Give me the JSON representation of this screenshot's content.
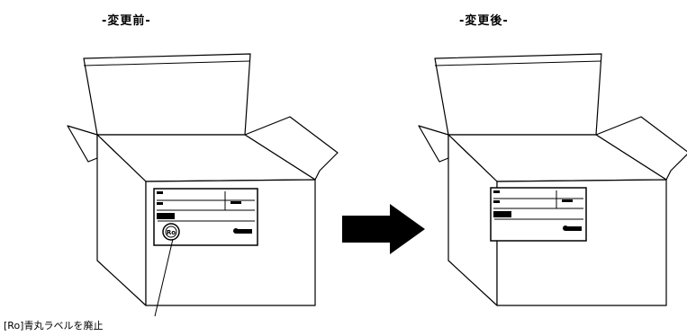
{
  "before": {
    "heading": "-変更前-"
  },
  "after": {
    "heading": "-変更後-"
  },
  "callout": {
    "text": "[Ro]青丸ラベルを廃止"
  },
  "label_badge_text": "Ro",
  "icons": {
    "arrow": "right-arrow-icon",
    "badge": "blue-circle-ro-icon"
  },
  "colors": {
    "line": "#000000",
    "background": "#ffffff"
  }
}
